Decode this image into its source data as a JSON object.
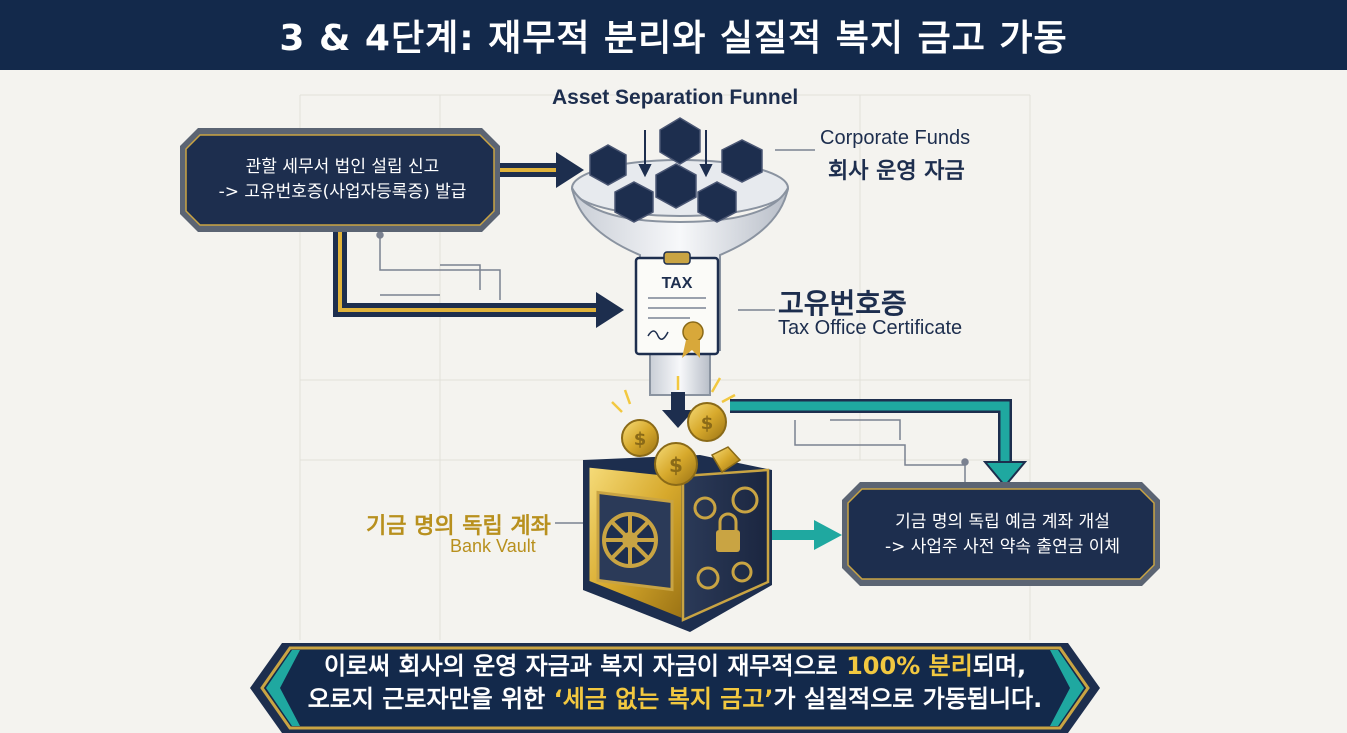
{
  "title": "3 & 4단계: 재무적 분리와 실질적 복지 금고 가동",
  "funnel": {
    "title": "Asset Separation Funnel"
  },
  "corporate_funds": {
    "en": "Corporate Funds",
    "ko": "회사 운영 자금"
  },
  "certificate": {
    "ko": "고유번호증",
    "en": "Tax Office Certificate",
    "doc_label": "TAX"
  },
  "vault": {
    "ko": "기금 명의 독립 계좌",
    "en": "Bank Vault"
  },
  "step_box_1": {
    "line1": "관할 세무서 법인 설립 신고",
    "line2": "-> 고유번호증(사업자등록증) 발급"
  },
  "step_box_2": {
    "line1": "기금 명의 독립 예금 계좌 개설",
    "line2": "-> 사업주 사전 약속 출연금 이체"
  },
  "bottom_banner": {
    "line1_a": "이로써 회사의 운영 자금과 복지 자금이 재무적으로 ",
    "line1_hl": "100% 분리",
    "line1_b": "되며,",
    "line2_a": "오로지 근로자만을 위한 ",
    "line2_hl": "‘세금 없는 복지 금고’",
    "line2_b": "가 실질적으로 가동됩니다."
  },
  "colors": {
    "navy": "#13294b",
    "teal": "#1fa8a0",
    "gold": "#e0b23a",
    "background": "#f4f3ef"
  }
}
